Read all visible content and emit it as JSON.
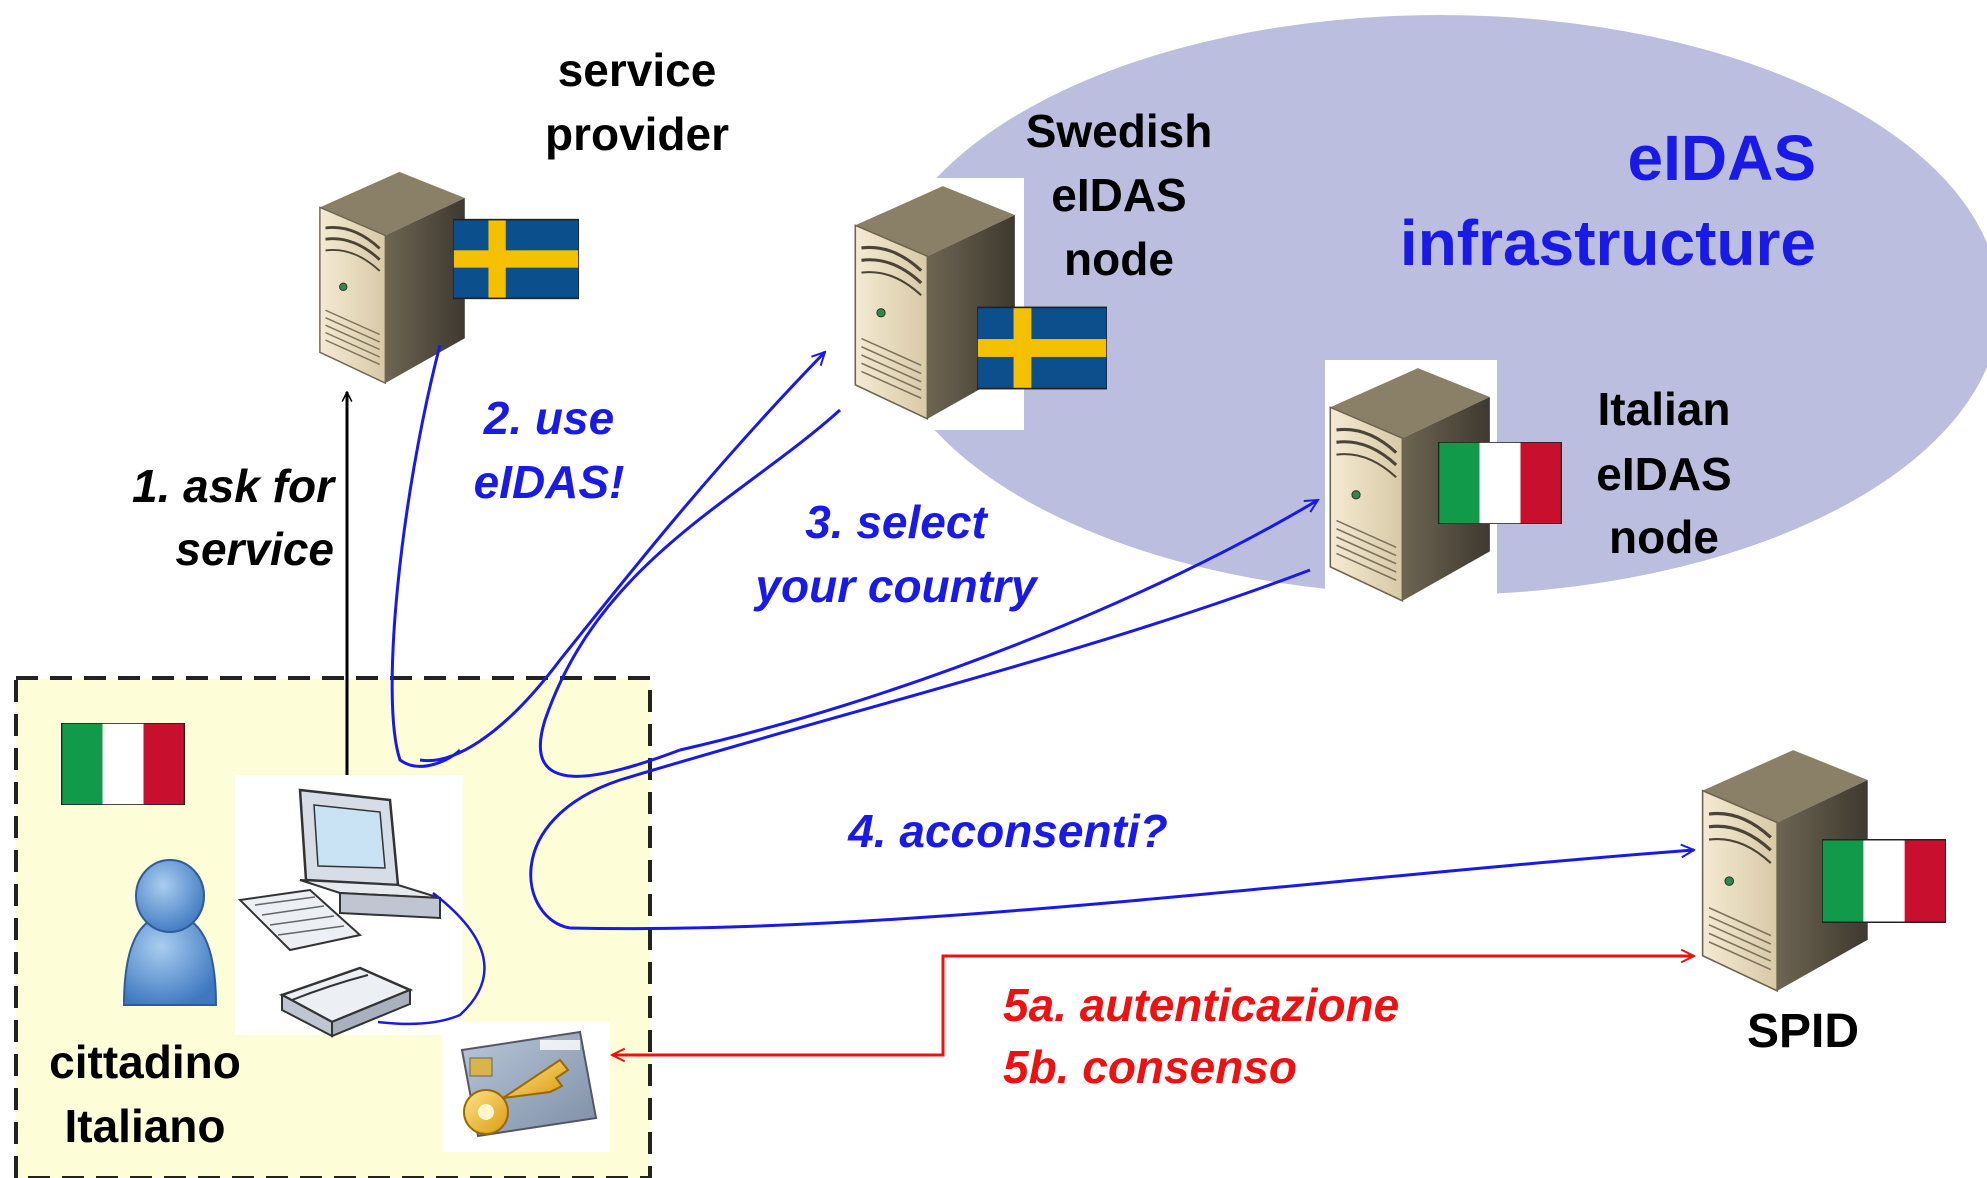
{
  "eidas": {
    "title_line1": "eIDAS",
    "title_line2": "infrastructure",
    "title_color": "#1a1ae6",
    "cloud_color": "#bcbedf"
  },
  "service_provider": {
    "label_line1": "service",
    "label_line2": "provider",
    "flag": "sweden"
  },
  "swedish_node": {
    "label_line1": "Swedish",
    "label_line2": "eIDAS",
    "label_line3": "node",
    "flag": "sweden"
  },
  "italian_node": {
    "label_line1": "Italian",
    "label_line2": "eIDAS",
    "label_line3": "node",
    "flag": "italy"
  },
  "spid": {
    "label": "SPID",
    "flag": "italy"
  },
  "citizen": {
    "label_line1": "cittadino",
    "label_line2": "Italiano",
    "box_color": "#fdfdd8",
    "flag": "italy",
    "icons": [
      "person-icon",
      "computer-icon",
      "card-reader-icon",
      "smart-card-key-icon"
    ]
  },
  "steps": {
    "step1_line1": "1. ask for",
    "step1_line2": "service",
    "step2_line1": "2. use",
    "step2_line2": "eIDAS!",
    "step3_line1": "3. select",
    "step3_line2": "your country",
    "step4": "4. acconsenti?",
    "step5a": "5a. autenticazione",
    "step5b": "5b. consenso"
  },
  "colors": {
    "black_arrow": "#000000",
    "blue_arrow": "#1a1ae6",
    "red_arrow": "#ee1111",
    "sweden_blue": "#0b4f8c",
    "sweden_yellow": "#f5c000",
    "italy_green": "#109a4a",
    "italy_red": "#c8102e"
  }
}
